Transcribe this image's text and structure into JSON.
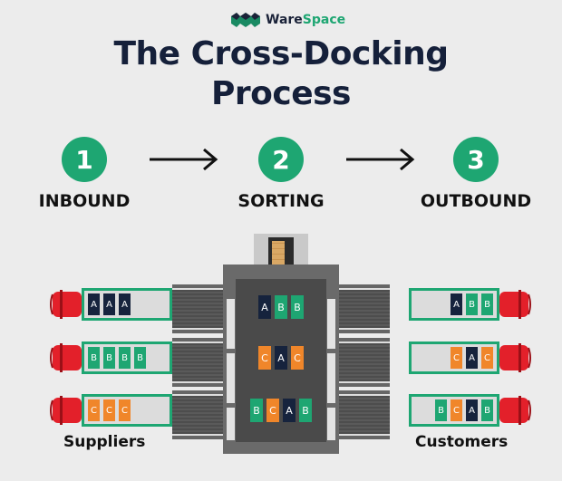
{
  "brand": {
    "name_part1": "Ware",
    "name_part2": "Space",
    "logo_icon": "warespace-logo-icon"
  },
  "title": {
    "line1": "The Cross-Docking",
    "line2": "Process"
  },
  "steps": [
    {
      "number": "1",
      "label": "INBOUND"
    },
    {
      "number": "2",
      "label": "SORTING"
    },
    {
      "number": "3",
      "label": "OUTBOUND"
    }
  ],
  "colors": {
    "green": "#1ea672",
    "navy": "#16233d",
    "orange": "#f0862a",
    "truck_red": "#e3202a"
  },
  "suppliers": {
    "label": "Suppliers",
    "trucks": [
      {
        "boxes": [
          "A",
          "A",
          "A"
        ]
      },
      {
        "boxes": [
          "B",
          "B",
          "B",
          "B"
        ]
      },
      {
        "boxes": [
          "C",
          "C",
          "C"
        ]
      }
    ]
  },
  "sorting_hub": {
    "rows": [
      {
        "boxes": [
          "A",
          "B",
          "B"
        ]
      },
      {
        "boxes": [
          "C",
          "A",
          "C"
        ]
      },
      {
        "boxes": [
          "B",
          "C",
          "A",
          "B"
        ]
      }
    ]
  },
  "customers": {
    "label": "Customers",
    "trucks": [
      {
        "boxes": [
          "A",
          "B",
          "B"
        ]
      },
      {
        "boxes": [
          "C",
          "A",
          "C"
        ]
      },
      {
        "boxes": [
          "B",
          "C",
          "A",
          "B"
        ]
      }
    ]
  }
}
